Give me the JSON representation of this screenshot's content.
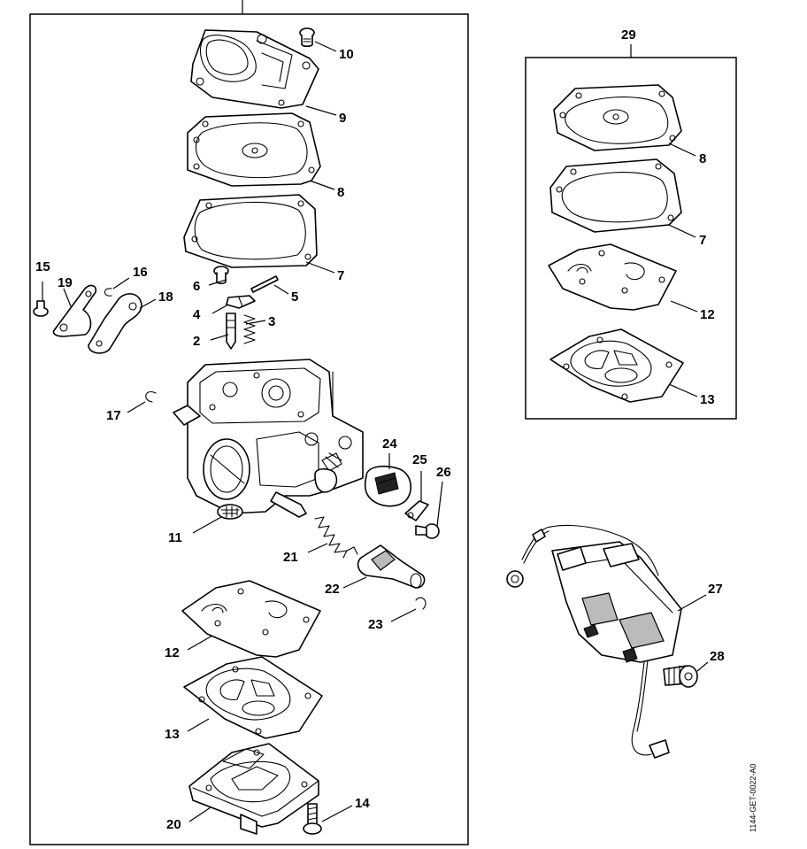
{
  "diagram": {
    "drawing_code": "1144-GET-0022-A0",
    "labels": {
      "p2": "2",
      "p3": "3",
      "p4": "4",
      "p5": "5",
      "p6": "6",
      "p7": "7",
      "p8": "8",
      "p9": "9",
      "p10": "10",
      "p11": "11",
      "p12": "12",
      "p13": "13",
      "p14": "14",
      "p15": "15",
      "p16": "16",
      "p17": "17",
      "p18": "18",
      "p19": "19",
      "p20": "20",
      "p21": "21",
      "p22": "22",
      "p23": "23",
      "p24": "24",
      "p25": "25",
      "p26": "26",
      "p27": "27",
      "p28": "28",
      "p29": "29",
      "k8": "8",
      "k7": "7",
      "k12": "12",
      "k13": "13"
    }
  }
}
